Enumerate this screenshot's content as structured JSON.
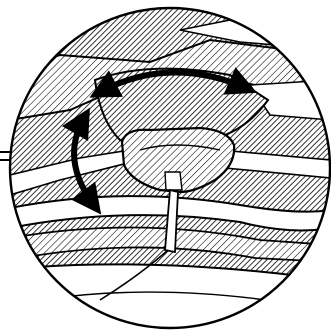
{
  "figure": {
    "type": "technical-line-illustration",
    "style": "black line art with diagonal hatch shading inside a circular magnifier",
    "colors": {
      "ink": "#000000",
      "paper": "#ffffff",
      "hatch": "#7a7a7a"
    },
    "subjects": [
      "magnifier-circle",
      "callout-leader-line",
      "adjustable-component",
      "sensor-pad",
      "sensor-cable",
      "horizontal-adjustment-arrow",
      "vertical-adjustment-arrow"
    ],
    "arrows": [
      {
        "id": "horizontal-adjustment",
        "direction": "left-right",
        "style": "double-headed curved"
      },
      {
        "id": "vertical-adjustment",
        "direction": "up-down",
        "style": "double-headed curved"
      }
    ]
  }
}
